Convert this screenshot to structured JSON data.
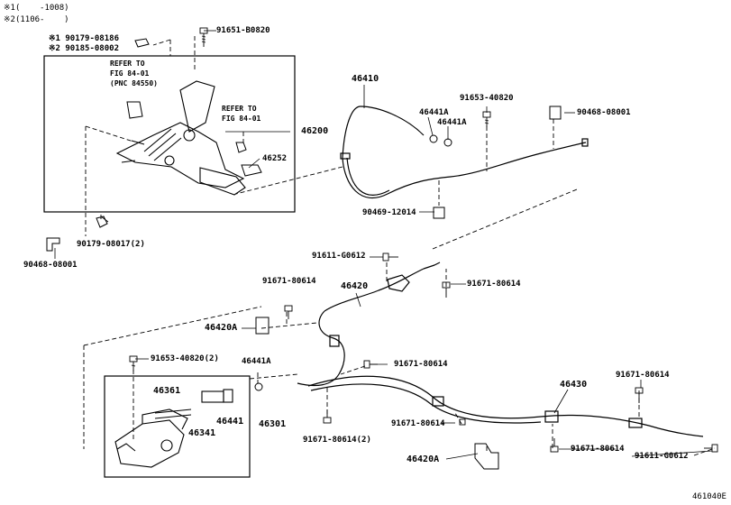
{
  "notes": {
    "note1": "※1(    -1008)",
    "note2": "※2(1106-    )"
  },
  "callouts": {
    "c_90179_08186": "※1 90179-08186",
    "c_90185_08002": "※2 90185-08002",
    "c_91651_b0820": "91651-B0820",
    "c_46200": "46200",
    "c_46252": "46252",
    "c_90179_08017": "90179-08017(2)",
    "c_90468_08001_left": "90468-08001",
    "c_46410": "46410",
    "c_91653_40820_top": "91653-40820",
    "c_46441a_1": "46441A",
    "c_46441a_2": "46441A",
    "c_90468_08001_right": "90468-08001",
    "c_90469_12014": "90469-12014",
    "c_91611_g0612_top": "91611-G0612",
    "c_91671_80614_a": "91671-80614",
    "c_46420": "46420",
    "c_91671_80614_b": "91671-80614",
    "c_46420a_top": "46420A",
    "c_91653_40820_2": "91653-40820(2)",
    "c_46441a_3": "46441A",
    "c_91671_80614_c": "91671-80614",
    "c_46361": "46361",
    "c_46441": "46441",
    "c_46341": "46341",
    "c_46301": "46301",
    "c_91671_80614_2": "91671-80614(2)",
    "c_91671_80614_d": "91671-80614",
    "c_46430": "46430",
    "c_91671_80614_e": "91671-80614",
    "c_46420a_bottom": "46420A",
    "c_91671_80614_f": "91671-80614",
    "c_91611_g0612_bottom": "91611-G0612"
  },
  "refer1": "REFER TO\nFIG 84-01\n(PNC 84550)",
  "refer2": "REFER TO\nFIG 84-01",
  "figure_id": "461040E"
}
